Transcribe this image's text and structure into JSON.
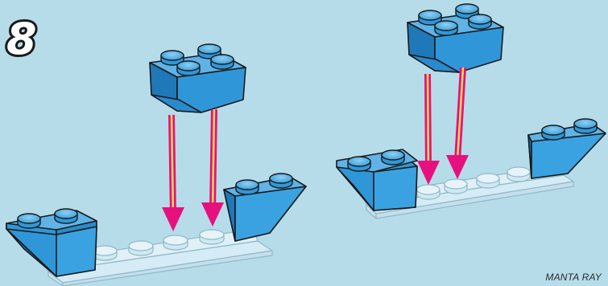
{
  "step": {
    "number": "8"
  },
  "footer": {
    "model_name": "MANTA RAY"
  },
  "colors": {
    "background": "#b6dcea",
    "brick_blue": "#2f97d8",
    "brick_blue_light": "#5fb3e6",
    "brick_blue_dark": "#1f6fa8",
    "plate_clear": "#d3eaf4",
    "arrow_magenta": "#e6117f",
    "arrow_yellow": "#f6e04a",
    "outline": "#1a1a1a"
  },
  "icons": [
    "step-number-badge",
    "insertion-arrow",
    "transparent-brick",
    "clear-plate"
  ]
}
